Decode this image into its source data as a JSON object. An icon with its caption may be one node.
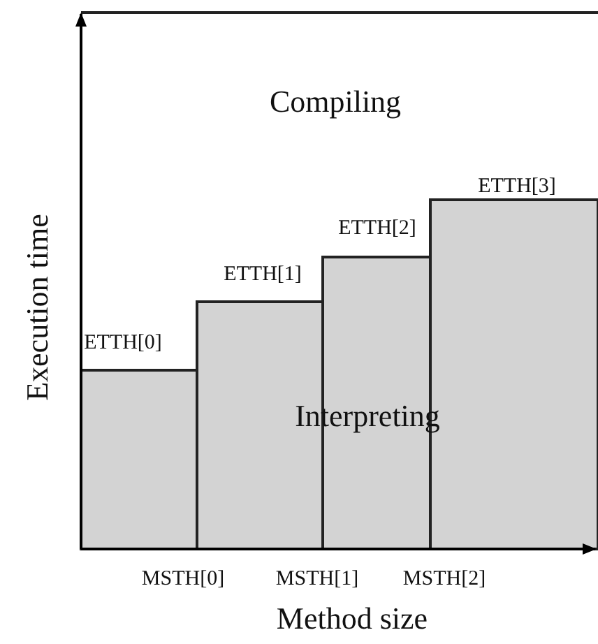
{
  "diagram": {
    "labels": [
      "Compiling",
      "ETTH[3]",
      "ETTH[2]",
      "ETTH[1]",
      "ETTH[0]",
      "Execution time",
      "Interpreting",
      "MSTH[0]",
      "MSTH[1]",
      "MSTH[2]",
      "Method size"
    ]
  }
}
